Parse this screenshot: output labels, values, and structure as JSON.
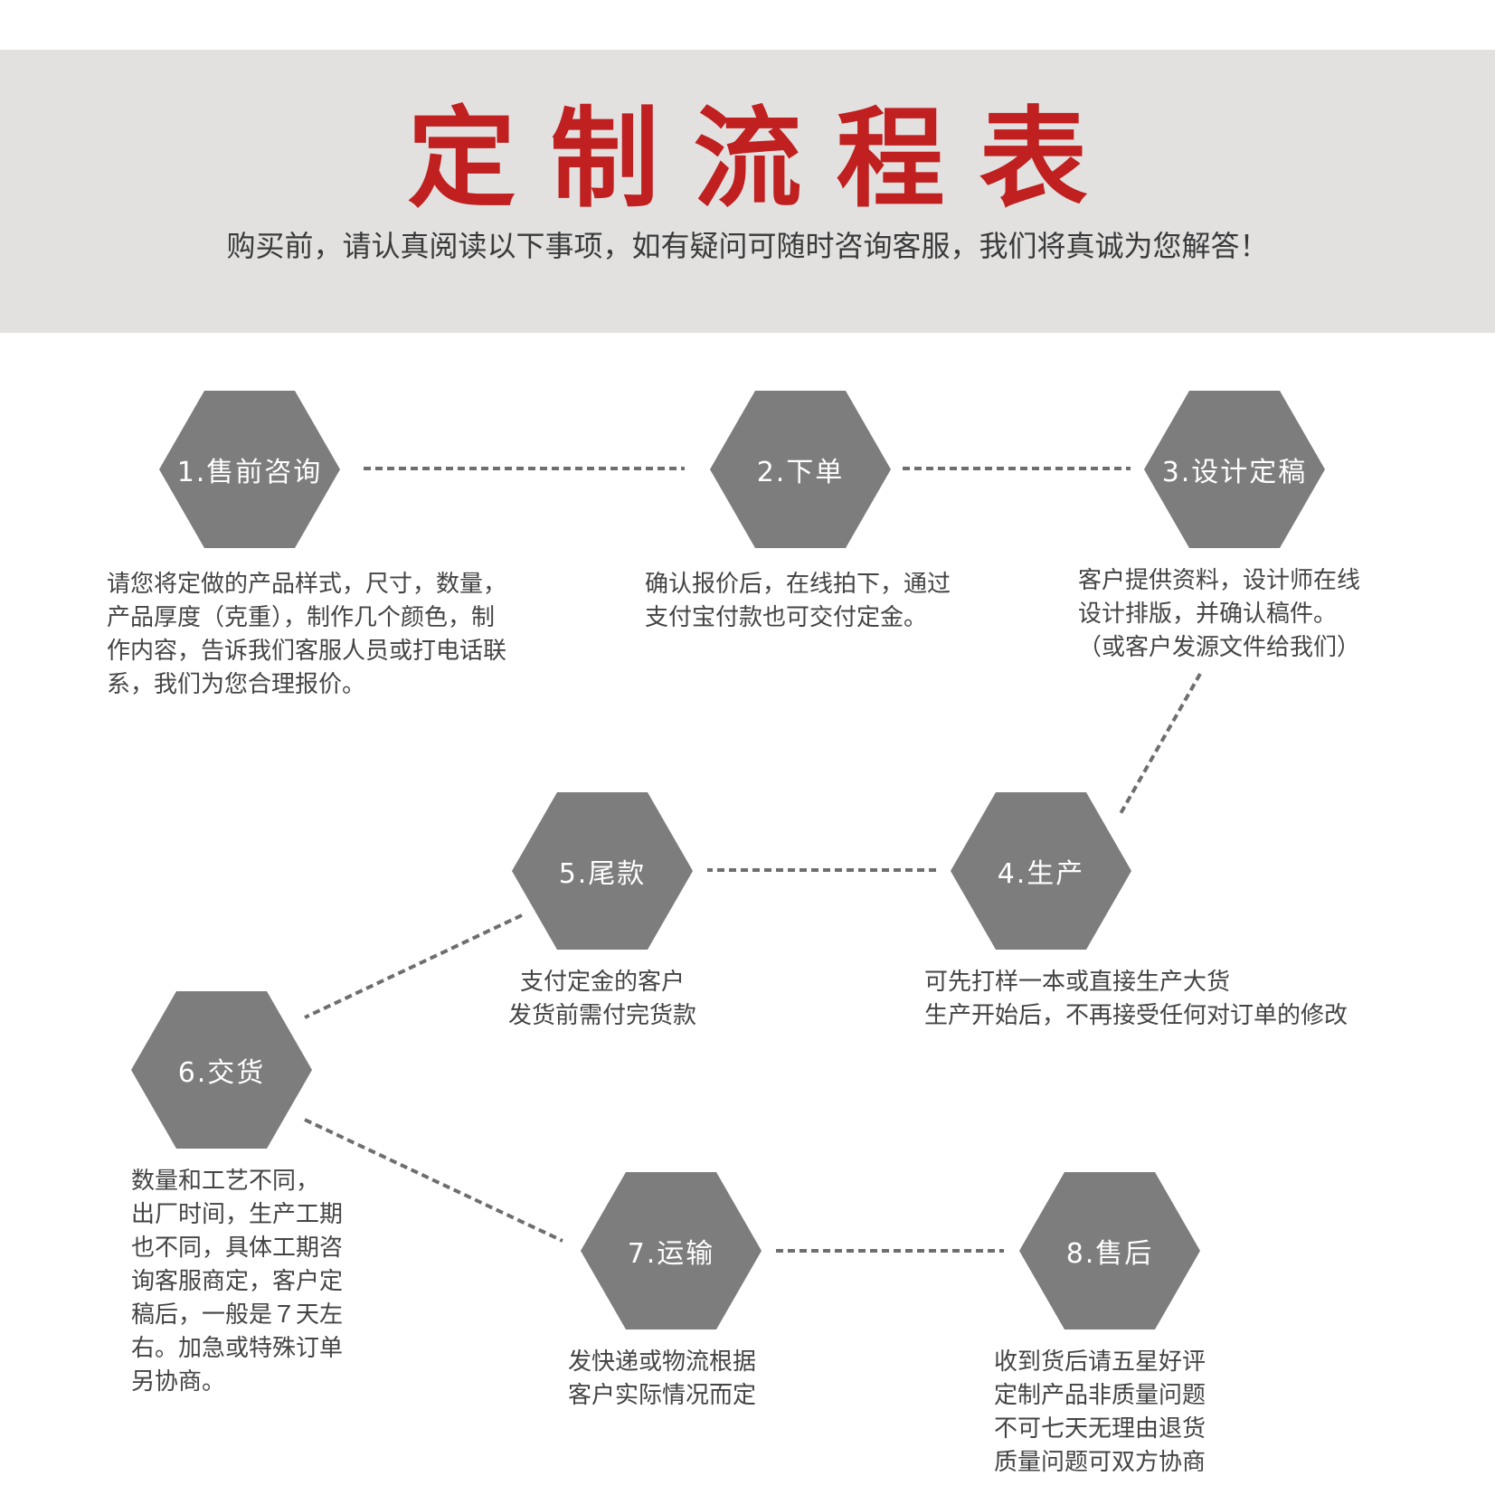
{
  "header": {
    "title": "定制流程表",
    "subtitle": "购买前，请认真阅读以下事项，如有疑问可随时咨询客服，我们将真诚为您解答！"
  },
  "colors": {
    "banner_bg": "#e2e1e0",
    "title_red": "#c0201f",
    "hexagon_gray": "#7d7d7d",
    "connector_gray": "#6e6e6e",
    "body_text": "#444444"
  },
  "steps": [
    {
      "label": "1.售前咨询",
      "description": "请您将定做的产品样式，尺寸，数量，\n产品厚度（克重），制作几个颜色，制\n作内容，告诉我们客服人员或打电话联\n系，我们为您合理报价。"
    },
    {
      "label": "2.下单",
      "description": "确认报价后，在线拍下，通过\n支付宝付款也可交付定金。"
    },
    {
      "label": "3.设计定稿",
      "description": "客户提供资料，设计师在线\n设计排版，并确认稿件。\n（或客户发源文件给我们）"
    },
    {
      "label": "4.生产",
      "description": "可先打样一本或直接生产大货\n生产开始后，不再接受任何对订单的修改"
    },
    {
      "label": "5.尾款",
      "description": "支付定金的客户\n发货前需付完货款"
    },
    {
      "label": "6.交货",
      "description": "数量和工艺不同，\n出厂时间，生产工期\n也不同，具体工期咨\n询客服商定，客户定\n稿后，一般是７天左\n右。加急或特殊订单\n另协商。"
    },
    {
      "label": "7.运输",
      "description": "发快递或物流根据\n客户实际情况而定"
    },
    {
      "label": "8.售后",
      "description": "收到货后请五星好评\n定制产品非质量问题\n不可七天无理由退货\n质量问题可双方协商"
    }
  ]
}
